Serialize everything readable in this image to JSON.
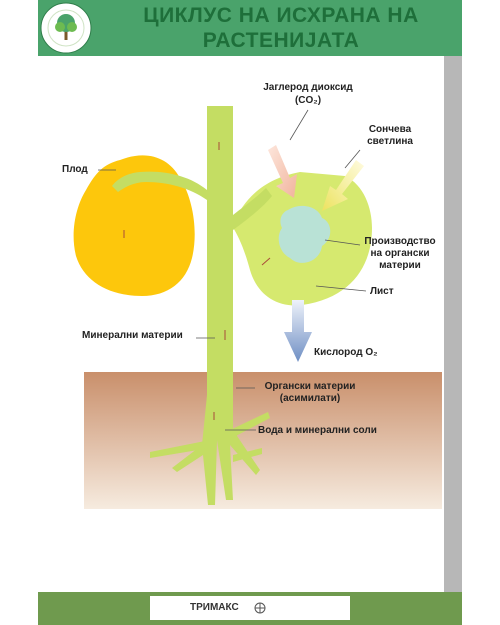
{
  "header": {
    "title_line1": "ЦИКЛУС НА ИСХРАНА НА",
    "title_line2": "РАСТЕНИЈАТА"
  },
  "labels": {
    "co2": "Јаглерод диоксид",
    "co2_formula": "(CO₂)",
    "sunlight_1": "Сончева",
    "sunlight_2": "светлина",
    "fruit": "Плод",
    "production_1": "Производство",
    "production_2": "на органски",
    "production_3": "материи",
    "leaf": "Лист",
    "minerals": "Минерални материи",
    "oxygen": "Кислород O₂",
    "organic_1": "Органски материи",
    "organic_2": "(асимилати)",
    "water": "Вода и минерални соли"
  },
  "footer": {
    "publisher": "ТРИМАКС"
  },
  "colors": {
    "header_bg": "#4aa36b",
    "title": "#1e6f3a",
    "stem": "#c4dd63",
    "fruit": "#fdc70c",
    "leaf": "#d6e96f",
    "soil_top": "#c98f6b",
    "soil_bottom": "#f4e6d7",
    "co2_arrow": "#f7c7b4",
    "sun_arrow": "#f3ef9a",
    "oxygen_arrow": "#7f9fcf",
    "footer_bg": "#6f9a4e"
  }
}
